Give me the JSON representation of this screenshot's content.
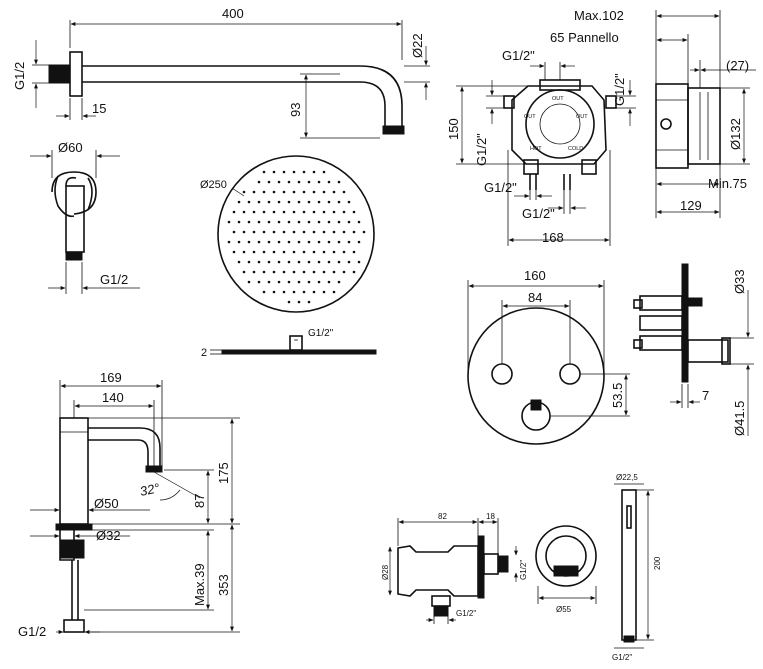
{
  "labels": {
    "arm_len": "400",
    "arm_thread": "G1/2",
    "arm_dia": "Ø22",
    "arm_flange": "15",
    "arm_drop": "93",
    "flange_dia": "Ø60",
    "flange_thread": "G1/2",
    "head_dia": "Ø250",
    "head_thickness": "2",
    "head_thread": "G1/2\"",
    "box_g_top": "G1/2\"",
    "box_g_right": "G1/2\"",
    "box_g_left": "G1/2\"",
    "box_g_bl": "G1/2\"",
    "box_g_bottom": "G1/2\"",
    "box_height": "150",
    "box_width": "168",
    "box_port_out_top": "OUT",
    "box_port_out_left": "OUT",
    "box_port_out_right": "OUT",
    "box_port_hot": "HOT",
    "box_port_cold": "COLD",
    "side_max": "Max.102",
    "side_pannello": "65 Pannello",
    "side_27": "(27)",
    "side_132": "Ø132",
    "side_min": "Min.75",
    "side_129": "129",
    "plate_160": "160",
    "plate_84": "84",
    "plate_535": "53.5",
    "valve_33": "Ø33",
    "valve_7": "7",
    "valve_415": "Ø41.5",
    "mixer_169": "169",
    "mixer_140": "140",
    "mixer_175": "175",
    "mixer_87": "87",
    "mixer_32deg": "32°",
    "mixer_d50": "Ø50",
    "mixer_d32": "Ø32",
    "mixer_max39": "Max.39",
    "mixer_353": "353",
    "mixer_g12": "G1/2",
    "outlet_82": "82",
    "outlet_18": "18",
    "outlet_28": "Ø28",
    "outlet_g_right": "G1/2\"",
    "outlet_g_bottom": "G1/2\"",
    "holder_55": "Ø55",
    "hand_225": "Ø22,5",
    "hand_200": "200",
    "hand_g12": "G1/2\""
  }
}
